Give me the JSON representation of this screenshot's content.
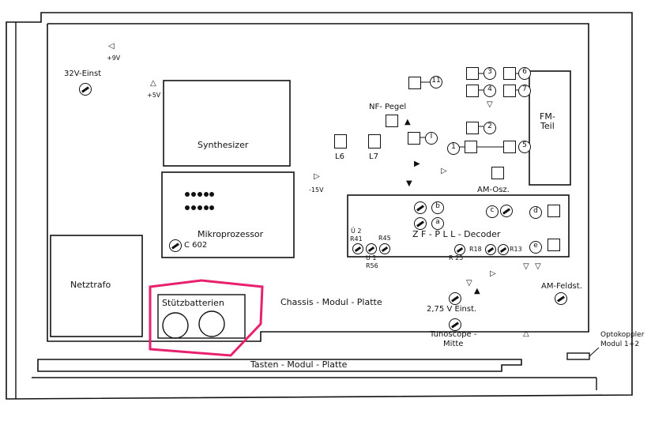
{
  "labels": {
    "v32_einst": "32V-Einst",
    "plus9v": "+9V",
    "plus5v": "+5V",
    "minus15v": "-15V",
    "synthesizer": "Synthesizer",
    "mikroprozessor": "Mikroprozessor",
    "c602": "C 602",
    "netztrafo": "Netztrafo",
    "stuetzbatterien": "Stützbatterien",
    "chassis": "Chassis - Modul - Platte",
    "tasten": "Tasten - Modul - Platte",
    "nf_pegel": "NF- Pegel",
    "l6": "L6",
    "l7": "L7",
    "am_osz": "AM-Osz.",
    "fm_teil": "FM-\nTeil",
    "zf_pll": "Z F - P L L - Decoder",
    "u2": "Ü 2",
    "r41": "R41",
    "r45": "R45",
    "u1": "U 1",
    "r56": "R56",
    "r25": "R 25",
    "r18": "R18",
    "r13": "R13",
    "am_feldst": "AM-Feldst.",
    "v275_einst": "2,75 V Einst.",
    "tunoscope": "Tunoscope -\nMitte",
    "optokoppler": "Optokoppler\nModul 1+2"
  },
  "markers": {
    "n1": "1",
    "n2": "2",
    "n3": "3",
    "n4": "4",
    "n5": "5",
    "n6": "6",
    "n7": "7",
    "n11": "11",
    "i": "I",
    "a": "a",
    "b": "b",
    "c": "c",
    "d": "d",
    "e": "e"
  },
  "highlight_color": "#e8206e"
}
